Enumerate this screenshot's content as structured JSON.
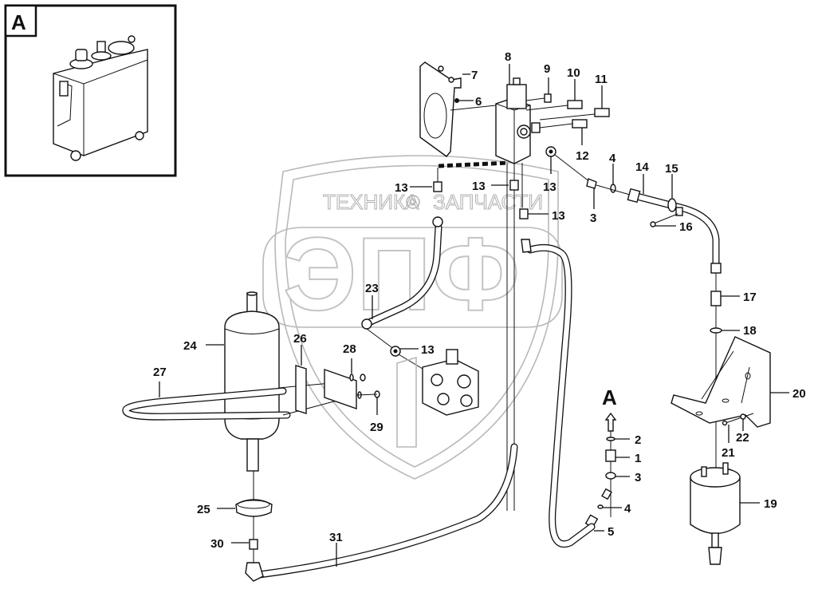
{
  "inset": {
    "letter": "A",
    "subject": "hydraulic tank"
  },
  "watermark": {
    "top_text_left": "ТЕХНИКА",
    "top_text_right": "ЗАПЧАСТИ",
    "big_text": "ЭПФ",
    "gear_icon": "gear-icon"
  },
  "view_ref": {
    "letter": "A",
    "arrow_icon": "arrow-up-icon"
  },
  "callouts": {
    "c1": "1",
    "c2": "2",
    "c3a": "3",
    "c3b": "3",
    "c4a": "4",
    "c4b": "4",
    "c5": "5",
    "c6": "6",
    "c7": "7",
    "c8": "8",
    "c9": "9",
    "c10": "10",
    "c11": "11",
    "c12": "12",
    "c13a": "13",
    "c13b": "13",
    "c13c": "13",
    "c13d": "13",
    "c13e": "13",
    "c14": "14",
    "c15": "15",
    "c16": "16",
    "c17": "17",
    "c18": "18",
    "c19": "19",
    "c20": "20",
    "c21": "21",
    "c22": "22",
    "c23": "23",
    "c24": "24",
    "c25": "25",
    "c26": "26",
    "c27": "27",
    "c28": "28",
    "c29": "29",
    "c30": "30",
    "c31": "31"
  }
}
